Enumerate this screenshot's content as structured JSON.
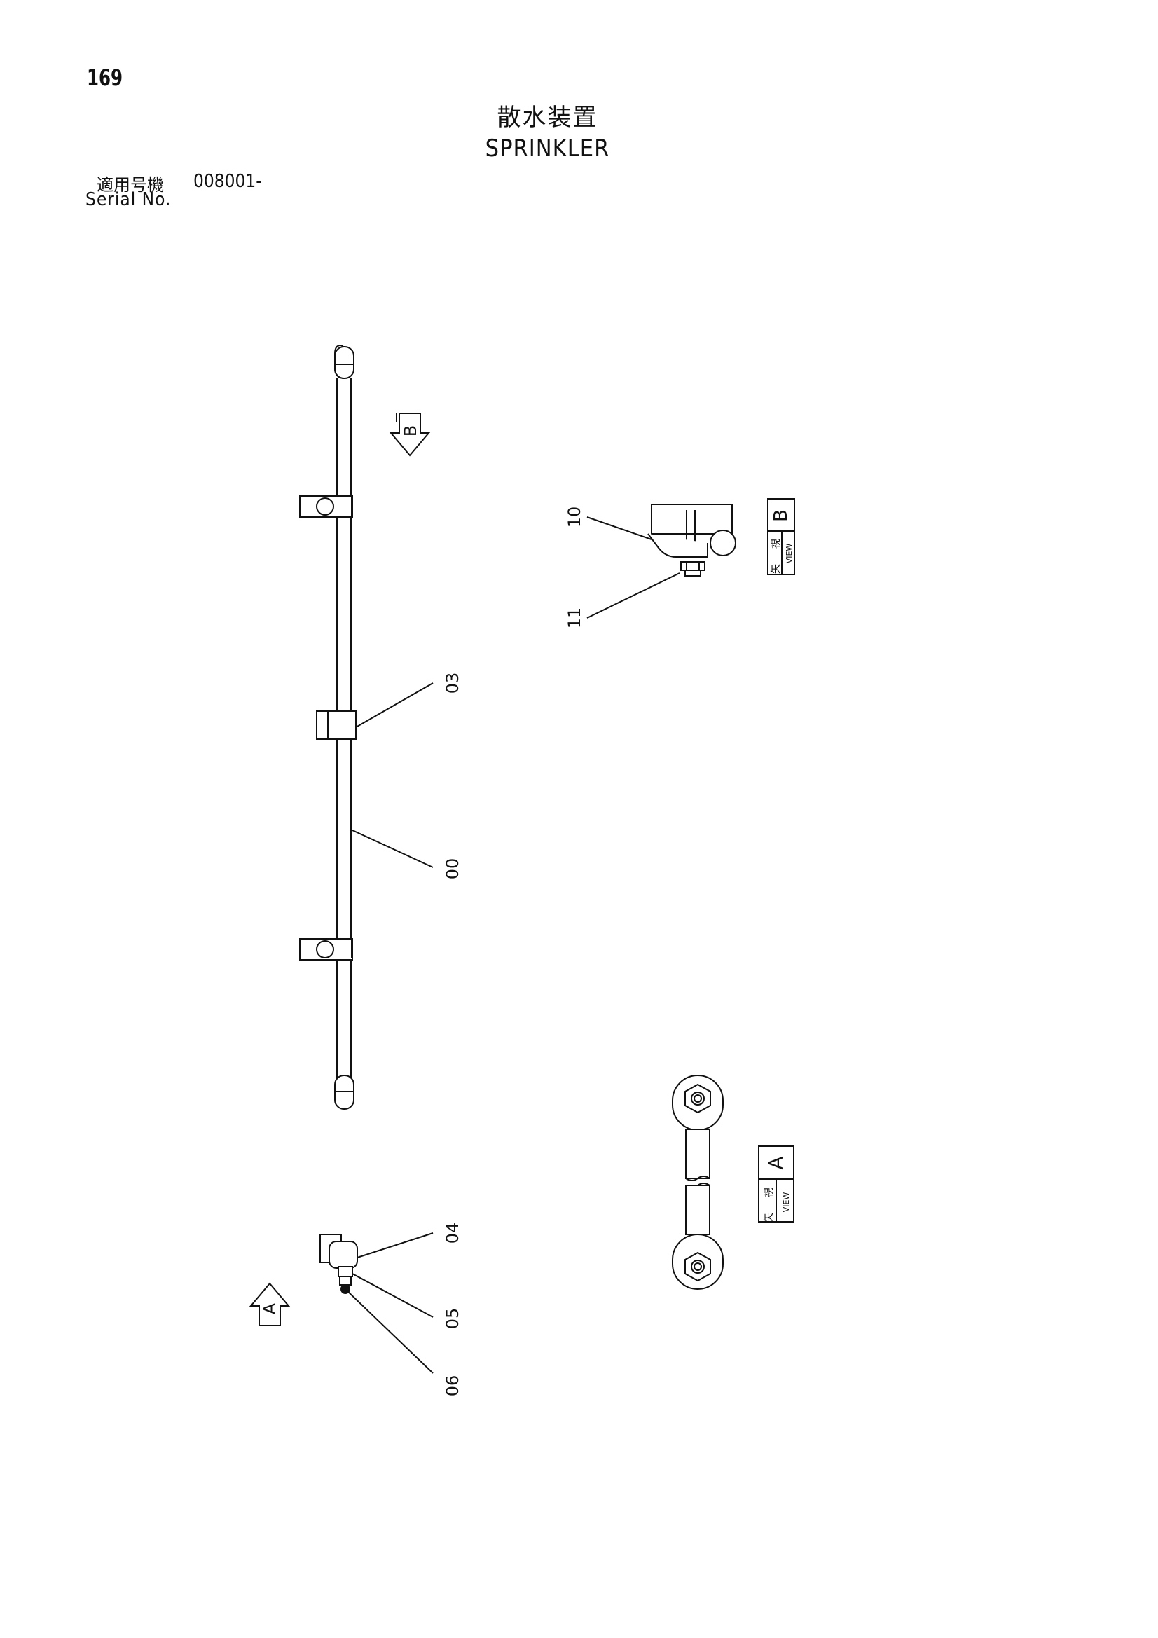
{
  "header": {
    "page_number": "169",
    "title_jp": "散水装置",
    "title_en": "SPRINKLER",
    "serial_label_jp": "適用号機",
    "serial_value": "008001-",
    "serial_label_en": "Serial No."
  },
  "callouts": {
    "p00": "00",
    "p03": "03",
    "p04": "04",
    "p05": "05",
    "p06": "06",
    "p10": "10",
    "p11": "11"
  },
  "view_markers": {
    "a": "A",
    "b": "B"
  },
  "view_boxes": {
    "a": {
      "jp_char1": "矢",
      "jp_char2": "視",
      "view": "VIEW",
      "letter": "A"
    },
    "b": {
      "jp_char1": "矢",
      "jp_char2": "視",
      "view": "VIEW",
      "letter": "B"
    }
  }
}
